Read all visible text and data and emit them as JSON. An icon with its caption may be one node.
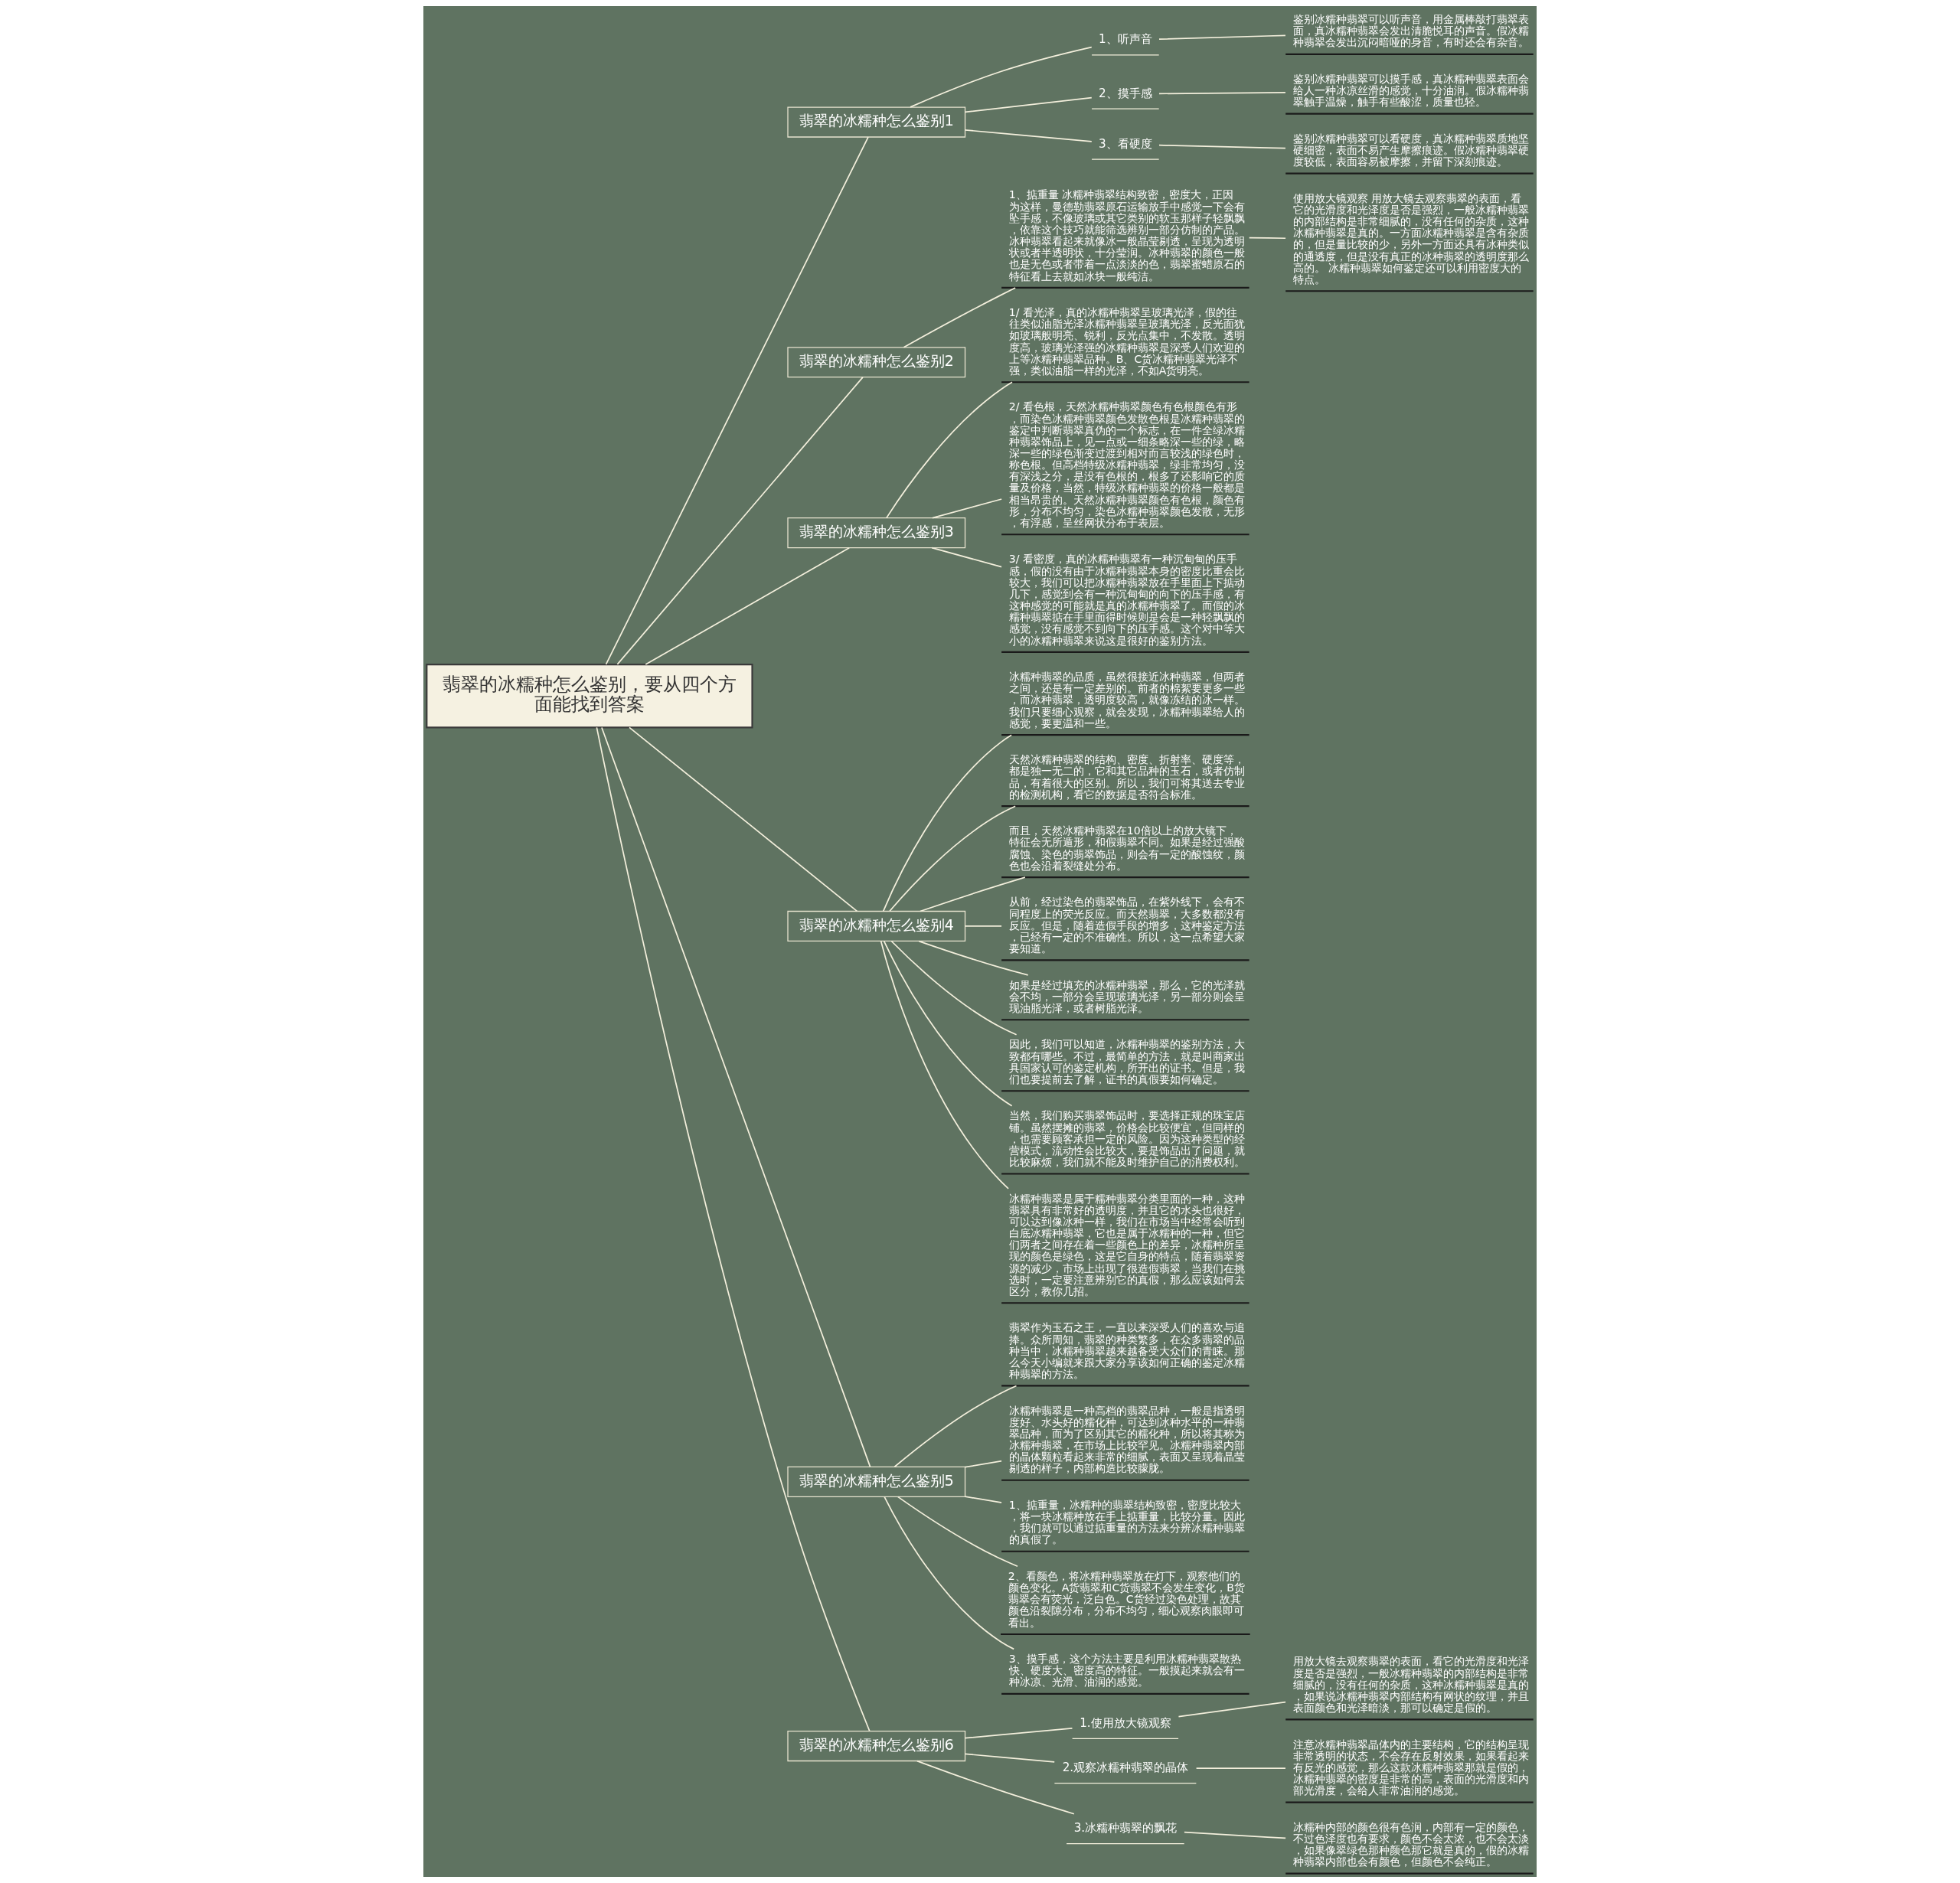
{
  "diagram": {
    "nodes": [
      {
        "text": [
          "翡翠的冰糯种怎么鉴别，要从四个方面能找到答案"
        ]
      },
      {
        "text": [
          "翡翠的冰糯种怎么鉴别1"
        ]
      },
      {
        "text": [
          "1、听声音"
        ]
      },
      {
        "text": [
          "鉴别冰糯种翡翠可以听声音，用金属棒敲打翡翠表面，真冰糯种翡翠会发出清脆悦耳的声音。假冰糯种翡翠会发出沉闷暗哑的身音，有时还会有杂音。"
        ]
      },
      {
        "text": [
          "2、摸手感"
        ]
      },
      {
        "text": [
          "鉴别冰糯种翡翠可以摸手感，真冰糯种翡翠表面会给人一种冰凉丝滑的感觉，十分油润。假冰糯种翡翠触手温燥，触手有些酸涩，质量也轻。"
        ]
      },
      {
        "text": [
          "3、看硬度"
        ]
      },
      {
        "text": [
          "鉴别冰糯种翡翠可以看硬度，真冰糯种翡翠质地坚硬细密，表面不易产生摩擦痕迹。假冰糯种翡翠硬度较低，表面容易被摩擦，并留下深刻痕迹。"
        ]
      },
      {
        "text": [
          "翡翠的冰糯种怎么鉴别2"
        ]
      },
      {
        "text": [
          "1、掂重量 冰糯种翡翠结构致密，密度大，正因为这样，曼德勒翡翠原石运输放手中感觉一下会有坠手感，不像玻璃或其它类别的软玉那样子轻飘飘，依靠这个技巧就能筛选辨别一部分仿制的产品。冰种翡翠看起来就像冰一般晶莹剔透，呈现为透明状或者半透明状，十分莹润。冰种翡翠的颜色一般也是无色或者带着一点淡淡的色，翡翠蜜蜡原石的特征看上去就如冰块一般纯洁。"
        ]
      },
      {
        "text": [
          "使用放大镜观察 用放大镜去观察翡翠的表面，看它的光滑度和光泽度是否是强烈，一般冰糯种翡翠的内部结构是非常细腻的，没有任何的杂质，这种冰糯种翡翠是真的。一方面冰糯种翡翠是含有杂质的，但是量比较的少，另外一方面还具有冰种类似的通透度，但是没有真正的冰种翡翠的透明度那么高的。 冰糯种翡翠如何鉴定还可以利用密度大的特点。"
        ]
      },
      {
        "text": [
          "翡翠的冰糯种怎么鉴别3"
        ]
      },
      {
        "text": [
          "1/ 看光泽，真的冰糯种翡翠呈玻璃光泽，假的往往类似油脂光泽冰糯种翡翠呈玻璃光泽，反光面犹如玻璃般明亮、锐利，反光点集中，不发散。透明度高，玻璃光泽强的冰糯种翡翠是深受人们欢迎的上等冰糯种翡翠品种。B、C货冰糯种翡翠光泽不强，类似油脂一样的光泽，不如A货明亮。"
        ]
      },
      {
        "text": [
          "2/ 看色根，天然冰糯种翡翠颜色有色根颜色有形，而染色冰糯种翡翠颜色发散色根是冰糯种翡翠的鉴定中判断翡翠真伪的一个标志，在一件全绿冰糯种翡翠饰品上，见一点或一细条略深一些的绿，略深一些的绿色渐变过渡到相对而言较浅的绿色时，称色根。但高档特级冰糯种翡翠，绿非常均匀，没有深浅之分，是没有色根的，根多了还影响它的质量及价格，当然，特级冰糯种翡翠的价格一般都是相当昂贵的。天然冰糯种翡翠颜色有色根，颜色有形，分布不均匀，染色冰糯种翡翠颜色发散，无形，有浮感，呈丝网状分布于表层。"
        ]
      },
      {
        "text": [
          "3/ 看密度，真的冰糯种翡翠有一种沉甸甸的压手感，假的没有由于冰糯种翡翠本身的密度比重会比较大，我们可以把冰糯种翡翠放在手里面上下掂动几下，感觉到会有一种沉甸甸的向下的压手感，有这种感觉的可能就是真的冰糯种翡翠了。而假的冰糯种翡翠掂在手里面得时候则是会是一种轻飘飘的感觉，没有感觉不到向下的压手感。这个对中等大小的冰糯种翡翠来说这是很好的鉴别方法。"
        ]
      },
      {
        "text": [
          "翡翠的冰糯种怎么鉴别4"
        ]
      },
      {
        "text": [
          "冰糯种翡翠的品质，虽然很接近冰种翡翠，但两者之间，还是有一定差别的。前者的棉絮要更多一些，而冰种翡翠，透明度较高，就像冻结的冰一样。我们只要细心观察，就会发现，冰糯种翡翠给人的感觉，要更温和一些。"
        ]
      },
      {
        "text": [
          "天然冰糯种翡翠的结构、密度、折射率、硬度等，都是独一无二的，它和其它品种的玉石，或者仿制品，有着很大的区别。所以，我们可将其送去专业的检测机构，看它的数据是否符合标准。"
        ]
      },
      {
        "text": [
          "而且，天然冰糯种翡翠在10倍以上的放大镜下，特征会无所遁形，和假翡翠不同。如果是经过强酸腐蚀、染色的翡翠饰品，则会有一定的酸蚀纹，颜色也会沿着裂缝处分布。"
        ]
      },
      {
        "text": [
          "从前，经过染色的翡翠饰品，在紫外线下，会有不同程度上的荧光反应。而天然翡翠，大多数都没有反应。但是，随着造假手段的增多，这种鉴定方法，已经有一定的不准确性。所以，这一点希望大家要知道。"
        ]
      },
      {
        "text": [
          "如果是经过填充的冰糯种翡翠，那么，它的光泽就会不均，一部分会呈现玻璃光泽，另一部分则会呈现油脂光泽，或者树脂光泽。"
        ]
      },
      {
        "text": [
          "因此，我们可以知道，冰糯种翡翠的鉴别方法，大致都有哪些。不过，最简单的方法，就是叫商家出具国家认可的鉴定机构，所开出的证书。但是，我们也要提前去了解，证书的真假要如何确定。"
        ]
      },
      {
        "text": [
          "当然，我们购买翡翠饰品时，要选择正规的珠宝店铺。虽然摆摊的翡翠，价格会比较便宜，但同样的，也需要顾客承担一定的风险。因为这种类型的经营模式，流动性会比较大，要是饰品出了问题，就比较麻烦，我们就不能及时维护自己的消费权利。"
        ]
      },
      {
        "text": [
          "冰糯种翡翠是属于糯种翡翠分类里面的一种，这种翡翠具有非常好的透明度，并且它的水头也很好，可以达到像冰种一样，我们在市场当中经常会听到白底冰糯种翡翠，它也是属于冰糯种的一种，但它们两者之间存在着一些颜色上的差异，冰糯种所呈现的颜色是绿色，这是它自身的特点，随着翡翠资源的减少，市场上出现了很造假翡翠，当我们在挑选时，一定要注意辨别它的真假，那么应该如何去区分，教你几招。"
        ]
      },
      {
        "text": [
          "翡翠的冰糯种怎么鉴别5"
        ]
      },
      {
        "text": [
          "翡翠作为玉石之王，一直以来深受人们的喜欢与追捧。众所周知，翡翠的种类繁多，在众多翡翠的品种当中，冰糯种翡翠越来越备受大众们的青睐。那么今天小编就来跟大家分享该如何正确的鉴定冰糯种翡翠的方法。"
        ]
      },
      {
        "text": [
          "冰糯种翡翠是一种高档的翡翠品种，一般是指透明度好、水头好的糯化种，可达到冰种水平的一种翡翠品种，而为了区别其它的糯化种，所以将其称为冰糯种翡翠，在市场上比较罕见。冰糯种翡翠内部的晶体颗粒看起来非常的细腻，表面又呈现着晶莹剔透的样子，内部构造比较朦胧。"
        ]
      },
      {
        "text": [
          "1、掂重量，冰糯种的翡翠结构致密，密度比较大，将一块冰糯种放在手上掂重量，比较分量。因此，我们就可以通过掂重量的方法来分辨冰糯种翡翠的真假了。"
        ]
      },
      {
        "text": [
          "2、看颜色，将冰糯种翡翠放在灯下，观察他们的颜色变化。A货翡翠和C货翡翠不会发生变化，B货翡翠会有荧光，泛白色。C货经过染色处理，故其颜色沿裂隙分布，分布不均匀，细心观察肉眼即可看出。"
        ]
      },
      {
        "text": [
          "3、摸手感，这个方法主要是利用冰糯种翡翠散热快、硬度大、密度高的特征。一般摸起来就会有一种冰凉、光滑、油润的感觉。"
        ]
      },
      {
        "text": [
          "翡翠的冰糯种怎么鉴别6"
        ]
      },
      {
        "text": [
          "1.使用放大镜观察"
        ]
      },
      {
        "text": [
          "用放大镜去观察翡翠的表面，看它的光滑度和光泽度是否是强烈，一般冰糯种翡翠的内部结构是非常细腻的，没有任何的杂质，这种冰糯种翡翠是真的，如果说冰糯种翡翠内部结构有网状的纹理，并且表面颜色和光泽暗淡，那可以确定是假的。"
        ]
      },
      {
        "text": [
          "2.观察冰糯种翡翠的晶体"
        ]
      },
      {
        "text": [
          "注意冰糯种翡翠晶体内的主要结构，它的结构呈现非常透明的状态，不会存在反射效果，如果看起来有反光的感觉，那么这款冰糯种翡翠那就是假的，冰糯种翡翠的密度是非常的高，表面的光滑度和内部光滑度，会给人非常油润的感觉。"
        ]
      },
      {
        "text": [
          "3.冰糯种翡翠的飘花"
        ]
      },
      {
        "text": [
          "冰糯种内部的颜色很有色润，内部有一定的颜色，不过色泽度也有要求，颜色不会太浓，也不会太淡，如果像翠绿色那种颜色那它就是真的，假的冰糯种翡翠内部也会有颜色，但颜色不会纯正。"
        ]
      }
    ],
    "edges": [
      {
        "from": 0,
        "to": 1,
        "arrow": "none"
      },
      {
        "from": 1,
        "to": 2,
        "arrow": "none"
      },
      {
        "from": 2,
        "to": 3,
        "arrow": "none"
      },
      {
        "from": 1,
        "to": 4,
        "arrow": "none"
      },
      {
        "from": 4,
        "to": 5,
        "arrow": "none"
      },
      {
        "from": 1,
        "to": 6,
        "arrow": "none"
      },
      {
        "from": 6,
        "to": 7,
        "arrow": "none"
      },
      {
        "from": 0,
        "to": 8,
        "arrow": "none"
      },
      {
        "from": 8,
        "to": 9,
        "arrow": "none"
      },
      {
        "from": 9,
        "to": 10,
        "arrow": "none"
      },
      {
        "from": 0,
        "to": 11,
        "arrow": "none"
      },
      {
        "from": 11,
        "to": 12,
        "arrow": "none"
      },
      {
        "from": 11,
        "to": 13,
        "arrow": "none"
      },
      {
        "from": 11,
        "to": 14,
        "arrow": "none"
      },
      {
        "from": 0,
        "to": 15,
        "arrow": "none"
      },
      {
        "from": 15,
        "to": 16,
        "arrow": "none"
      },
      {
        "from": 15,
        "to": 17,
        "arrow": "none"
      },
      {
        "from": 15,
        "to": 18,
        "arrow": "none"
      },
      {
        "from": 15,
        "to": 19,
        "arrow": "none"
      },
      {
        "from": 15,
        "to": 20,
        "arrow": "none"
      },
      {
        "from": 15,
        "to": 21,
        "arrow": "none"
      },
      {
        "from": 15,
        "to": 22,
        "arrow": "none"
      },
      {
        "from": 15,
        "to": 23,
        "arrow": "none"
      },
      {
        "from": 0,
        "to": 24,
        "arrow": "none"
      },
      {
        "from": 24,
        "to": 25,
        "arrow": "none"
      },
      {
        "from": 24,
        "to": 26,
        "arrow": "none"
      },
      {
        "from": 24,
        "to": 27,
        "arrow": "none"
      },
      {
        "from": 24,
        "to": 28,
        "arrow": "none"
      },
      {
        "from": 24,
        "to": 29,
        "arrow": "none"
      },
      {
        "from": 0,
        "to": 30,
        "arrow": "none"
      },
      {
        "from": 30,
        "to": 31,
        "arrow": "none"
      },
      {
        "from": 31,
        "to": 32,
        "arrow": "none"
      },
      {
        "from": 30,
        "to": 33,
        "arrow": "none"
      },
      {
        "from": 33,
        "to": 34,
        "arrow": "none"
      },
      {
        "from": 30,
        "to": 35,
        "arrow": "none"
      },
      {
        "from": 35,
        "to": 36,
        "arrow": "none"
      }
    ]
  }
}
